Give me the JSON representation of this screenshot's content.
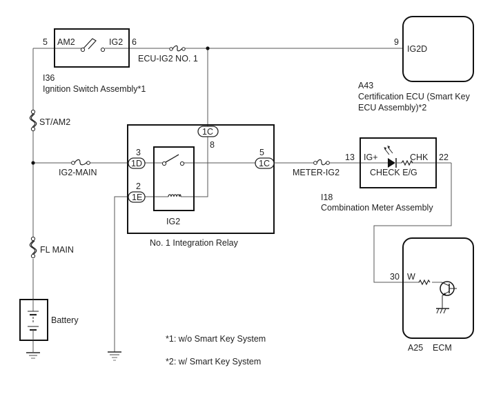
{
  "diagram": {
    "type": "wiring-diagram",
    "components": {
      "ignition_switch": {
        "code": "I36",
        "name": "Ignition Switch Assembly*1",
        "pin_in": "5",
        "pin_in_label": "AM2",
        "pin_out": "6",
        "pin_out_label": "IG2"
      },
      "certification_ecu": {
        "code": "A43",
        "name_line1": "Certification ECU (Smart Key",
        "name_line2": "ECU Assembly)*2",
        "pin": "9",
        "pin_label": "IG2D"
      },
      "integration_relay": {
        "name": "No. 1 Integration Relay",
        "relay_label": "IG2",
        "connectors": {
          "top": {
            "connector": "1C",
            "pin": "8"
          },
          "left_upper": {
            "connector": "1D",
            "pin": "3"
          },
          "left_lower": {
            "connector": "1E",
            "pin": "2"
          },
          "right": {
            "connector": "1C",
            "pin": "5"
          }
        }
      },
      "combination_meter": {
        "code": "I18",
        "name": "Combination Meter Assembly",
        "pin_in": "13",
        "pin_in_label": "IG+",
        "pin_out": "22",
        "pin_out_label": "CHK",
        "indicator_label": "CHECK E/G"
      },
      "ecm": {
        "code": "A25",
        "name": "ECM",
        "pin": "30",
        "pin_label": "W"
      },
      "battery": {
        "name": "Battery"
      }
    },
    "fuses": {
      "ecu_ig2": "ECU-IG2 NO. 1",
      "st_am2": "ST/AM2",
      "ig2_main": "IG2-MAIN",
      "fl_main": "FL MAIN",
      "meter_ig2": "METER-IG2"
    },
    "notes": [
      "*1: w/o Smart Key System",
      "*2: w/ Smart Key System"
    ]
  }
}
